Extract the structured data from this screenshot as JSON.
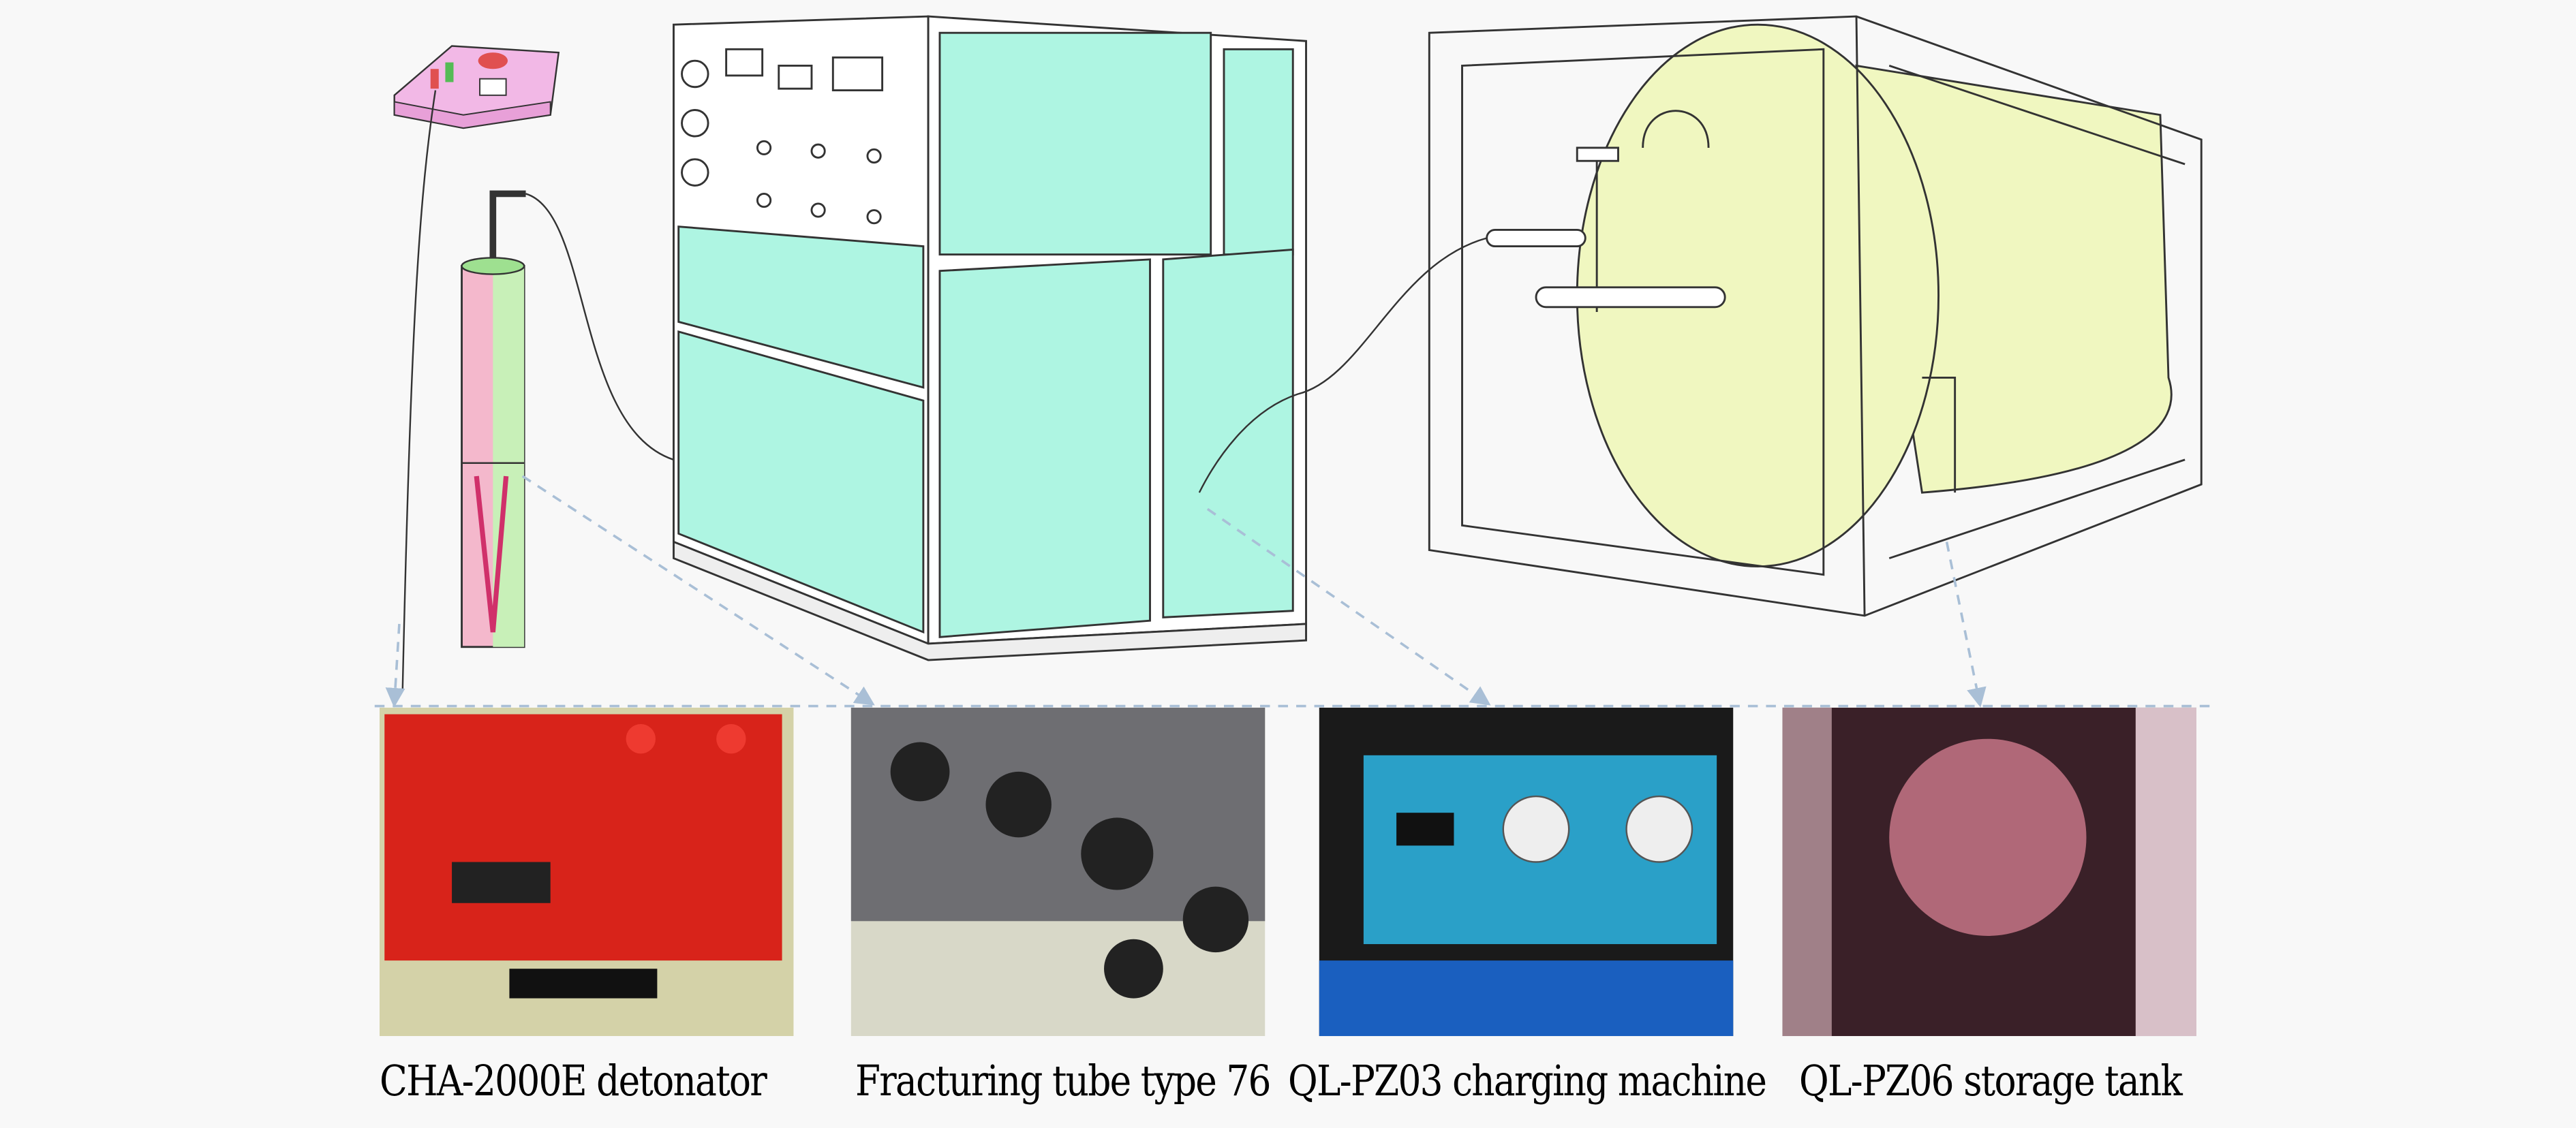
{
  "captions": [
    "CHA-2000E detonator",
    "Fracturing tube type 76",
    "QL-PZ03 charging machine",
    "QL-PZ06 storage tank"
  ],
  "colors": {
    "background": "#f8f8f8",
    "detonator_box": "#f2b8e6",
    "charging_panel": "#aef5e2",
    "tank": "#f0f7c0",
    "dashed_arrow": "#a9bfd6",
    "photo_detonator": "#d8231a",
    "photo_tubes": "#8e8e90",
    "photo_charger": "#2aa0c8",
    "photo_tank": "#8a4a5a"
  }
}
